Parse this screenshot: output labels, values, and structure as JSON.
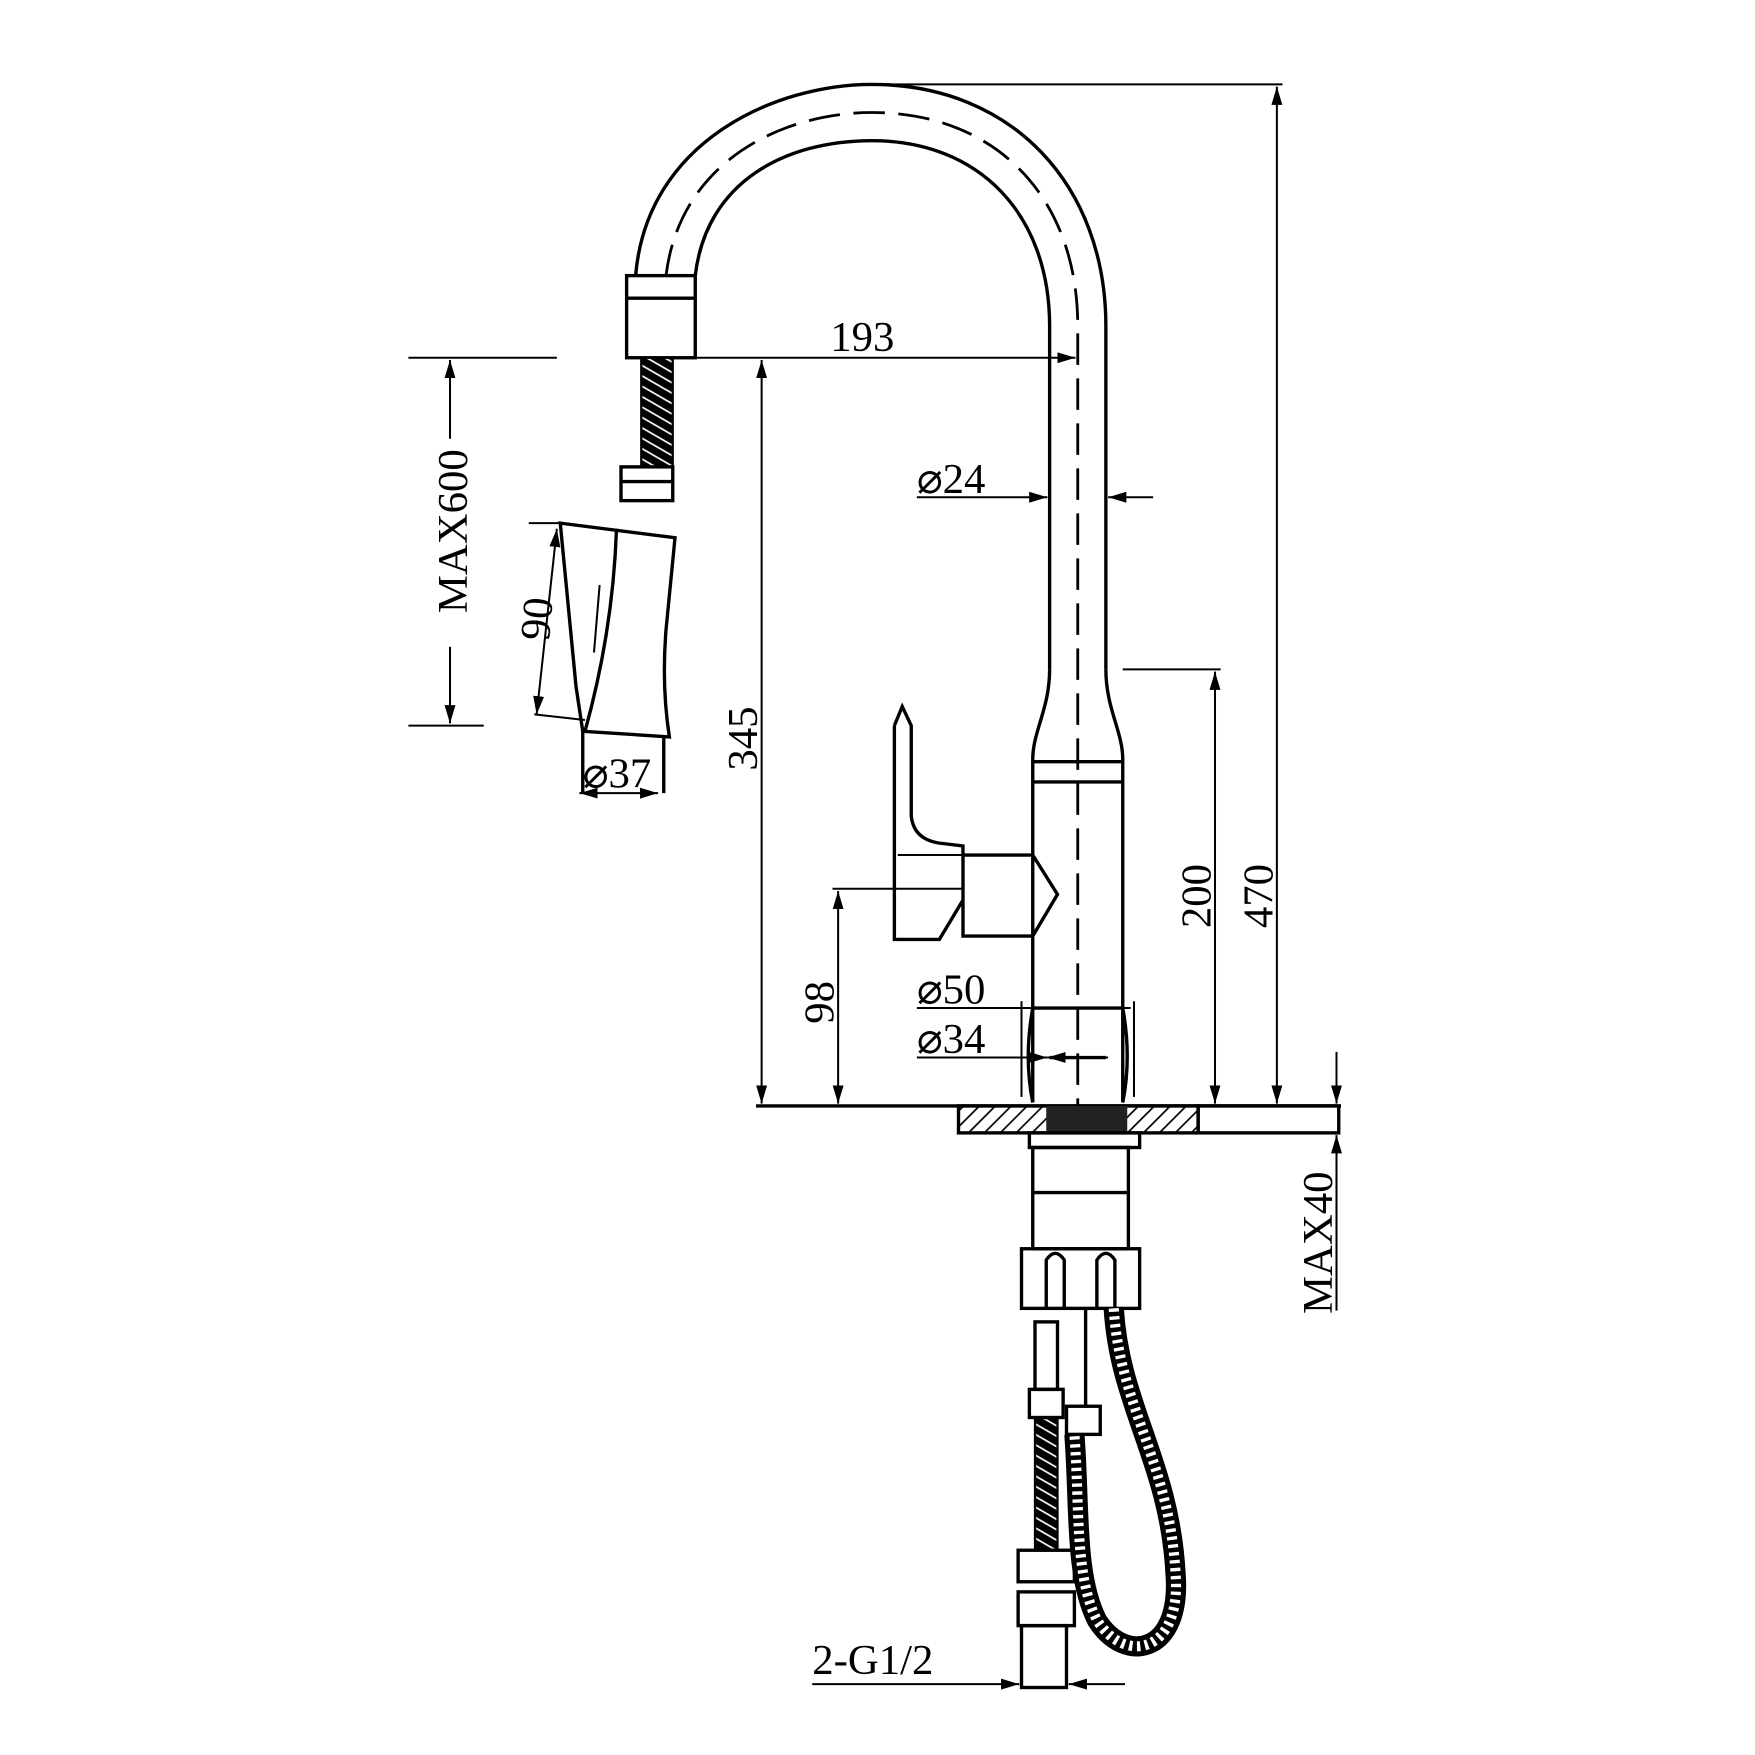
{
  "title": "Pull-out kitchen faucet dimension drawing",
  "dimensions": {
    "reach": "193",
    "spout_diameter": "⌀24",
    "pull_out_length": "MAX600",
    "spray_head_length": "90",
    "spray_head_diameter": "⌀37",
    "spout_height": "345",
    "body_height": "200",
    "total_height": "470",
    "handle_height": "98",
    "base_diameter": "⌀50",
    "body_diameter": "⌀34",
    "max_deck_thickness": "MAX40",
    "inlet_thread": "2-G1/2"
  },
  "colors": {
    "line": "#000000",
    "background": "#ffffff"
  }
}
